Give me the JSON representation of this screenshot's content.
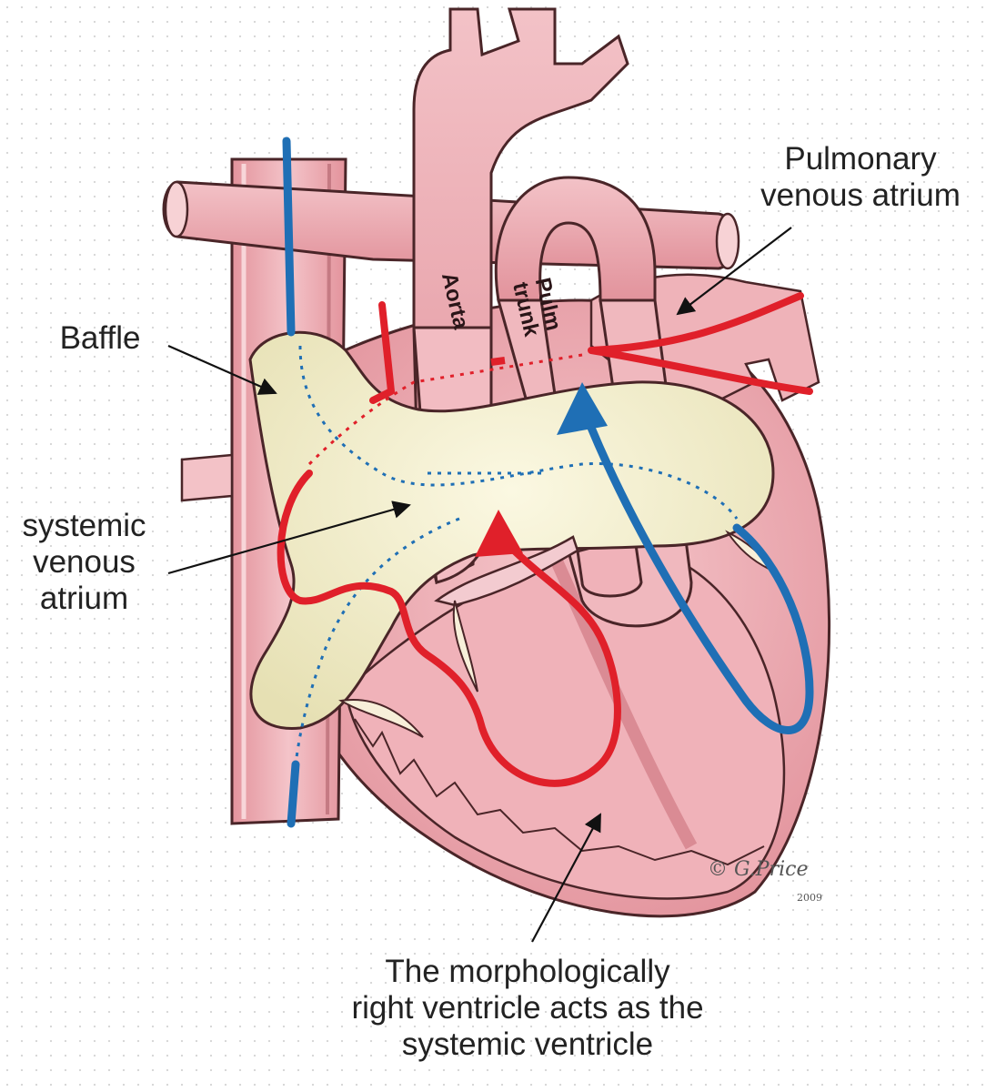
{
  "labels": {
    "pulmonary_atrium": [
      "Pulmonary",
      "venous atrium"
    ],
    "baffle": "Baffle",
    "systemic_atrium": [
      "systemic",
      "venous",
      "atrium"
    ],
    "aorta": "Aorta",
    "pulm_trunk": [
      "Pulm",
      "trunk"
    ],
    "bottom_caption": [
      "The morphologically",
      "right ventricle acts as the",
      "systemic ventricle"
    ]
  },
  "signature": {
    "name": "© G.Price",
    "year": "2009"
  },
  "colors": {
    "oxygenated_flow": "#e0202a",
    "deoxygenated_flow": "#1f6fb5",
    "tissue": "#eaa4ac",
    "baffle": "#f1edc8",
    "outline": "#4a2528"
  }
}
